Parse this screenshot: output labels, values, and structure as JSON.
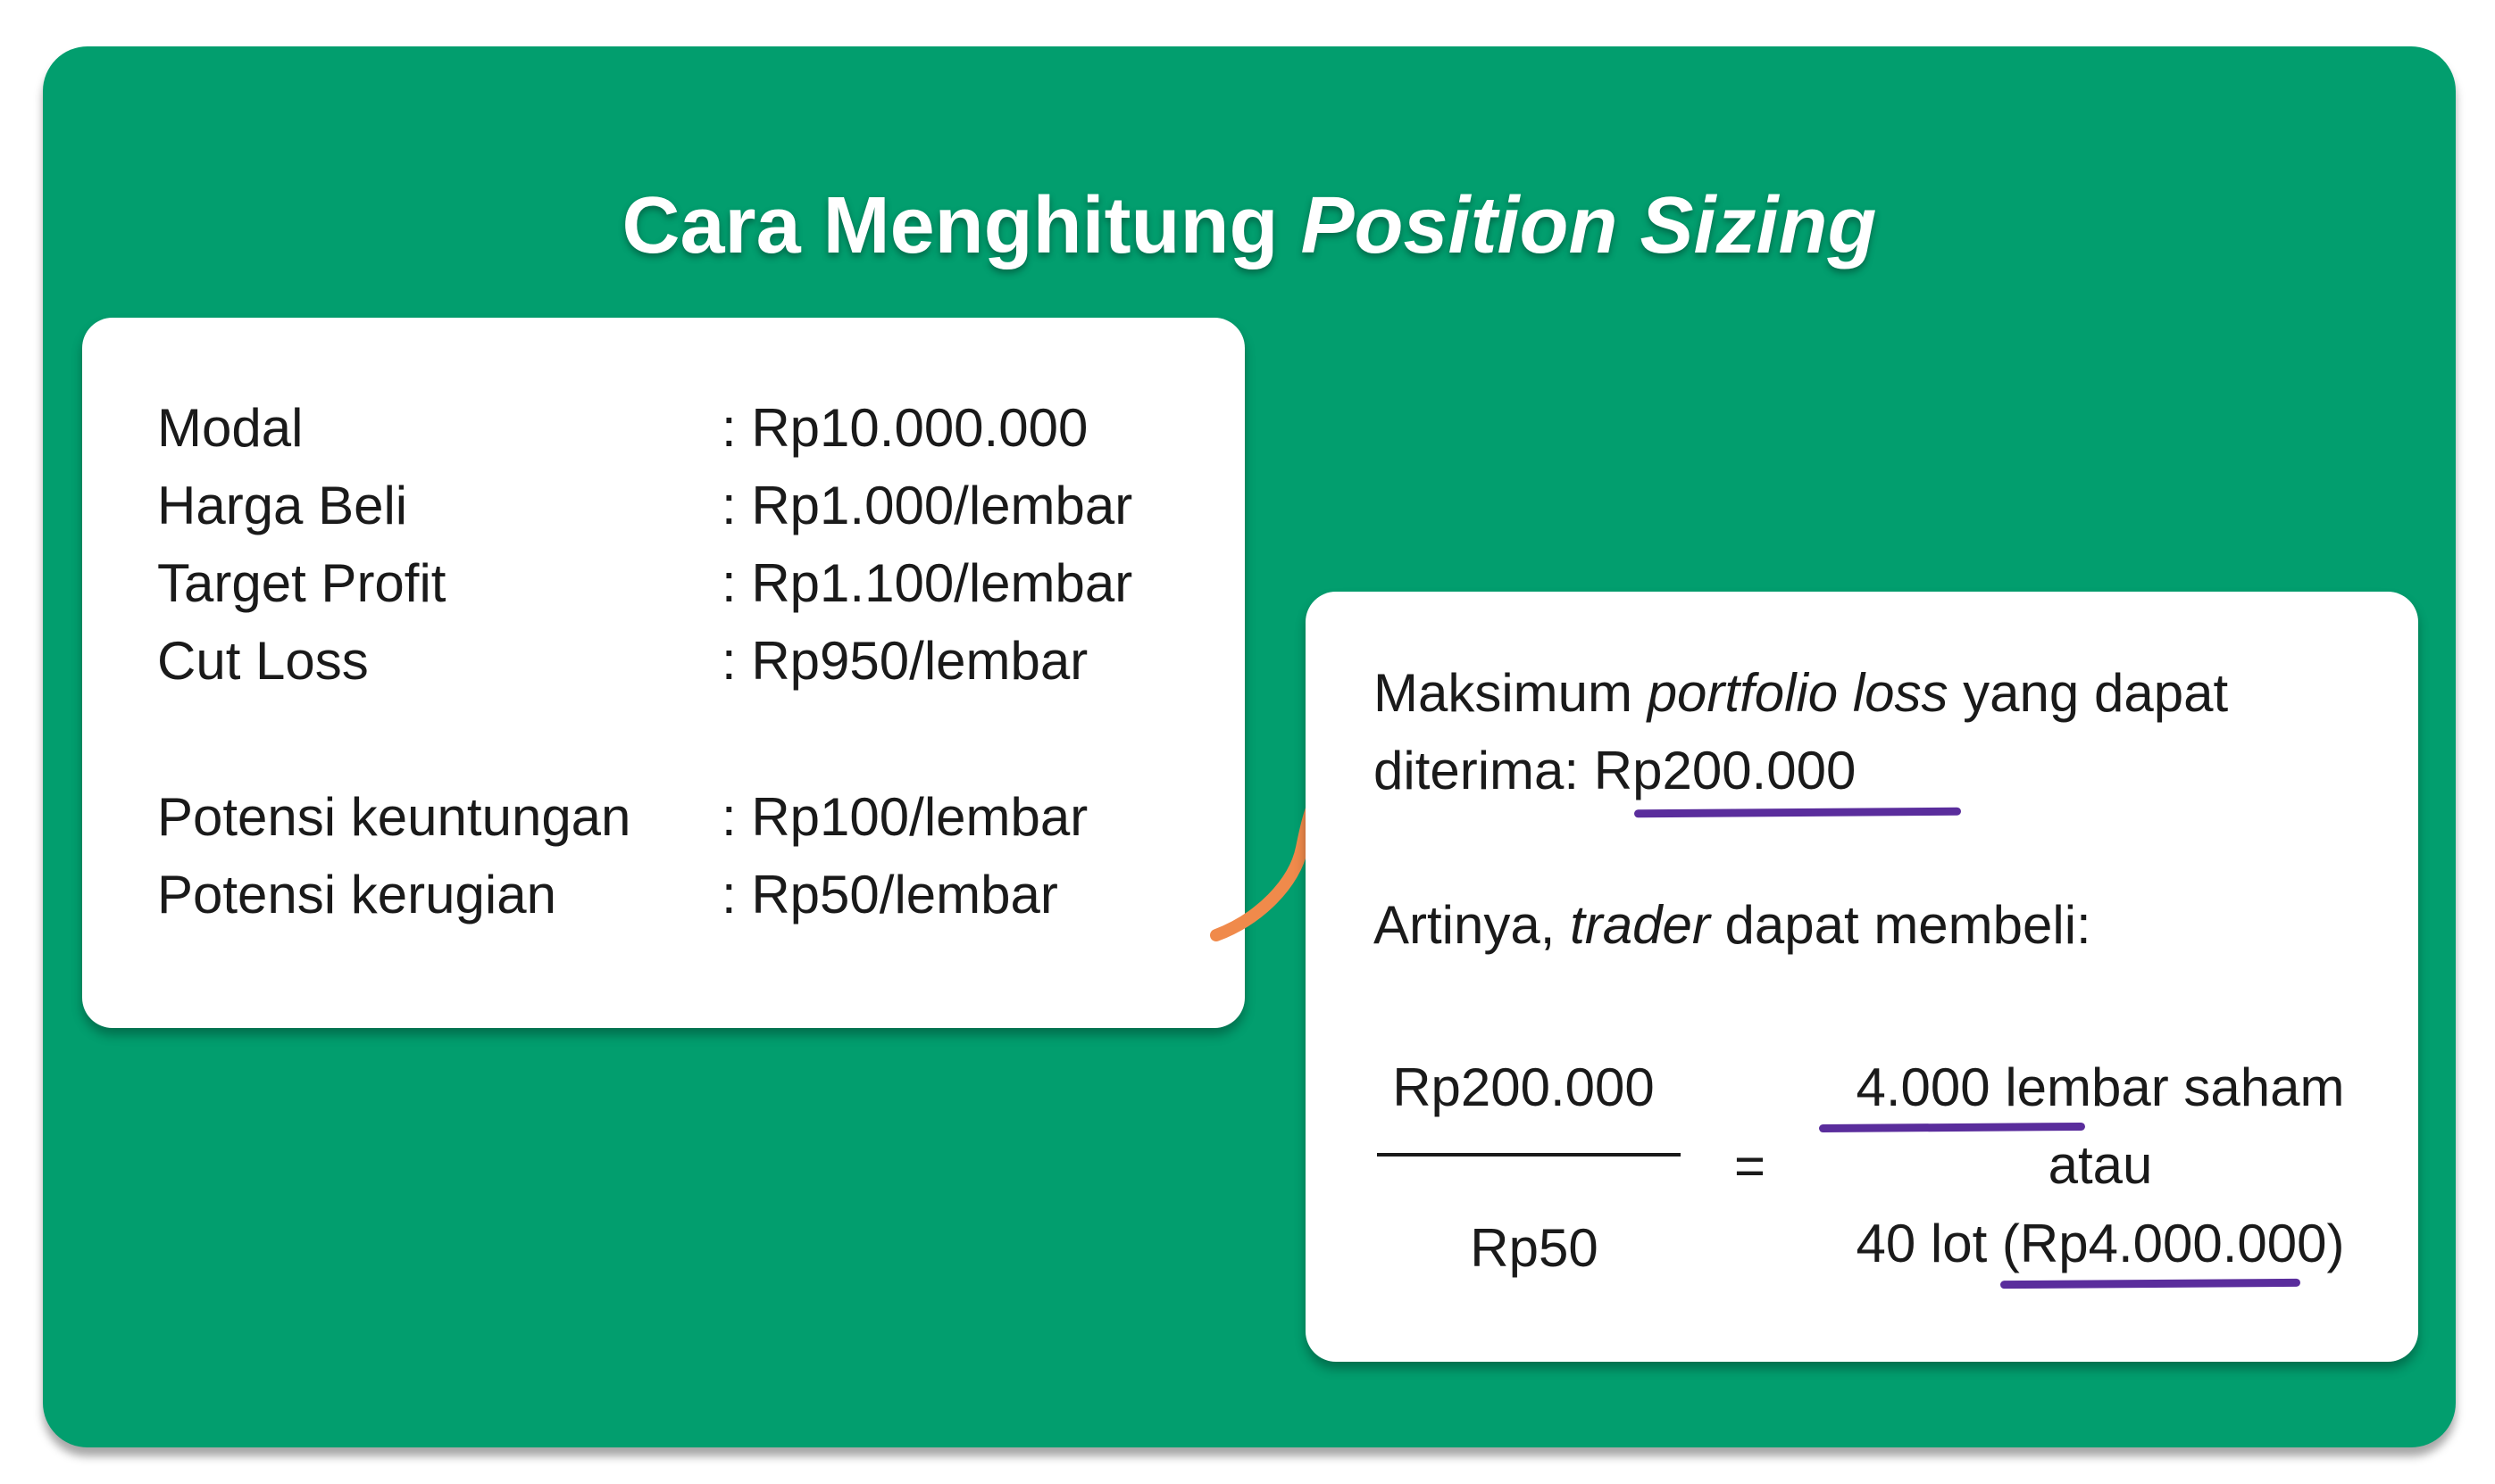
{
  "title": {
    "regular": "Cara Menghitung ",
    "italic": "Position Sizing"
  },
  "left_card": {
    "rows": [
      {
        "label": "Modal",
        "value": ": Rp10.000.000"
      },
      {
        "label": "Harga Beli",
        "value": ": Rp1.000/lembar"
      },
      {
        "label": "Target Profit",
        "value": ": Rp1.100/lembar"
      },
      {
        "label": "Cut Loss",
        "value": ": Rp950/lembar"
      },
      {
        "label": "Potensi keuntungan",
        "value": ": Rp100/lembar"
      },
      {
        "label": "Potensi kerugian",
        "value": ": Rp50/lembar"
      }
    ]
  },
  "right_card": {
    "max_loss": {
      "part1": "Maksimum ",
      "italic": "portfolio loss",
      "part2": " yang dapat",
      "line2_prefix": "diterima: ",
      "amount": "Rp200.000"
    },
    "meaning": {
      "prefix": "Artinya, ",
      "italic": "trader",
      "suffix": " dapat membeli:"
    },
    "fraction": {
      "numerator": "Rp200.000",
      "denominator": "Rp50",
      "equals": "="
    },
    "result": {
      "line1": "4.000 lembar saham",
      "line2": "atau",
      "line3": "40 lot (Rp4.000.000)"
    }
  },
  "colors": {
    "background_panel": "#029e6e",
    "card": "#ffffff",
    "underline": "#5a2d9c",
    "arrow": "#f08a4b"
  }
}
